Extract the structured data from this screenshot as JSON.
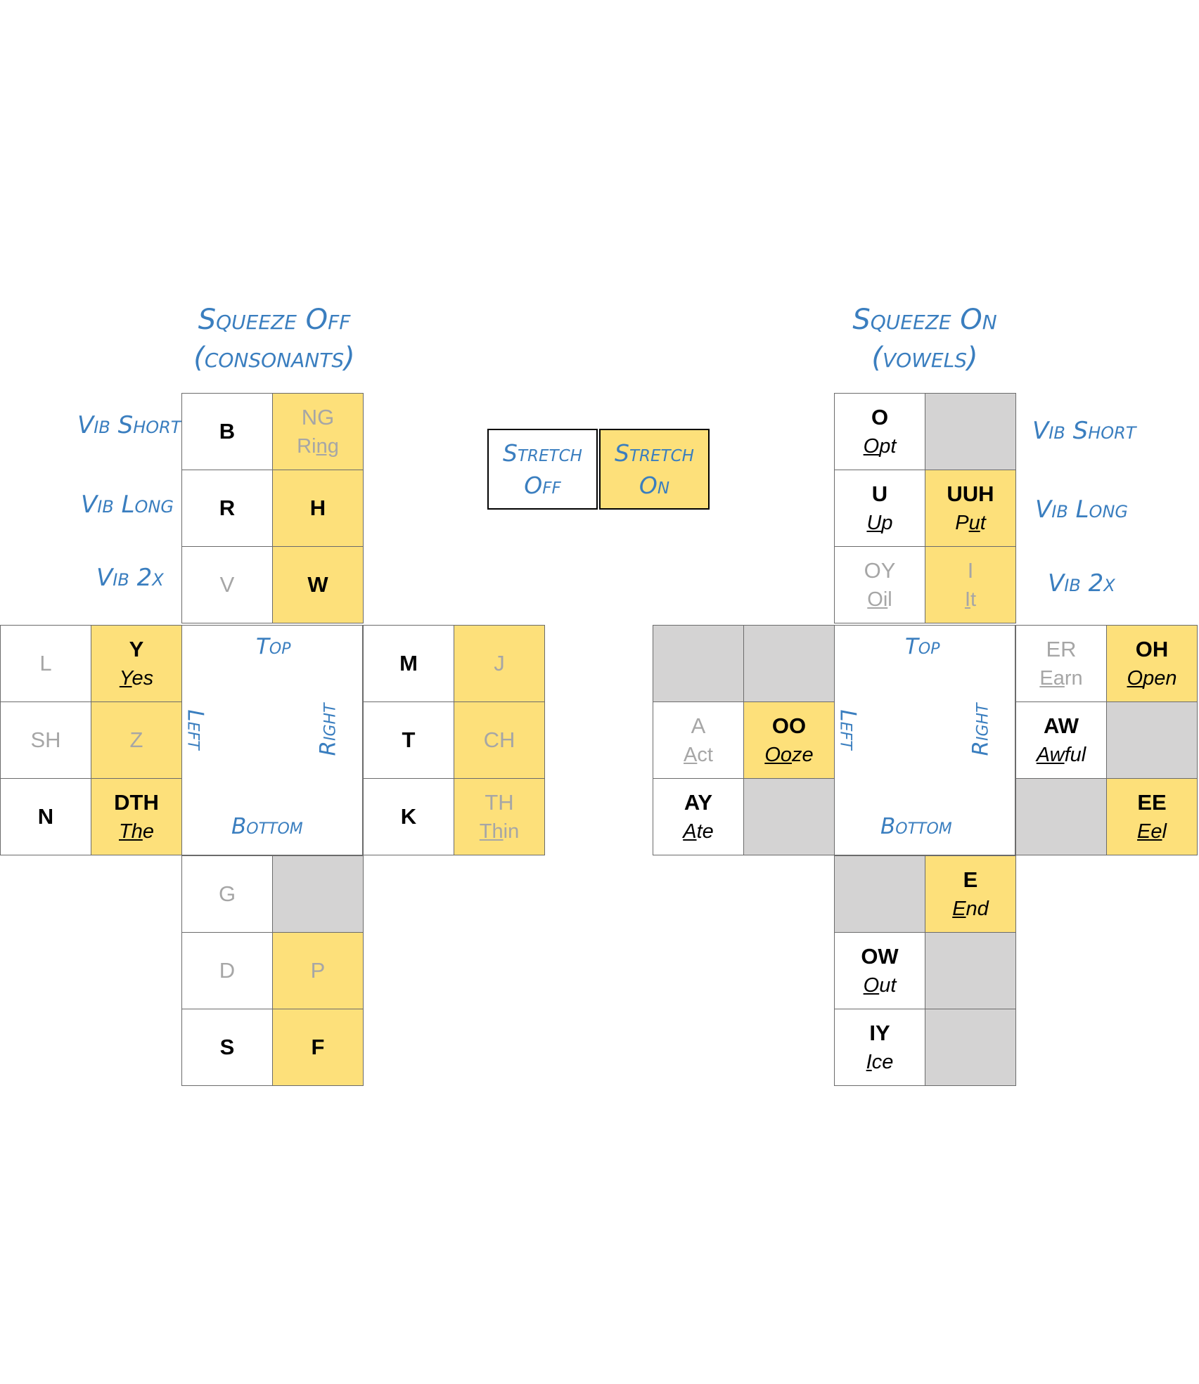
{
  "colors": {
    "accent_text": "#3a7ebf",
    "stretch_on": "#fde07a",
    "blank": "#d4d3d3",
    "dim_text": "#a6a6a6"
  },
  "legend": {
    "stretch_off": [
      "Stretch",
      "Off"
    ],
    "stretch_on": [
      "Stretch",
      "On"
    ]
  },
  "consonants": {
    "title": [
      "Squeeze Off",
      "(consonants)"
    ],
    "vib_short": "Vib Short",
    "vib_long": "Vib Long",
    "vib_2x": "Vib 2x",
    "top": "Top",
    "left": "Left",
    "right": "Right",
    "bottom": "Bottom",
    "top_arm": [
      {
        "off": {
          "letter": "B"
        },
        "on": {
          "letter": "NG",
          "word": [
            "Ri",
            "ng",
            ""
          ],
          "dim": true
        }
      },
      {
        "off": {
          "letter": "R"
        },
        "on": {
          "letter": "H"
        }
      },
      {
        "off": {
          "letter": "V",
          "dim": true
        },
        "on": {
          "letter": "W"
        }
      }
    ],
    "left_arm": [
      {
        "off": {
          "letter": "L",
          "dim": true
        },
        "on": {
          "letter": "Y",
          "word": [
            "",
            "Y",
            "es"
          ]
        }
      },
      {
        "off": {
          "letter": "SH",
          "dim": true
        },
        "on": {
          "letter": "Z",
          "dim": true
        }
      },
      {
        "off": {
          "letter": "N"
        },
        "on": {
          "letter": "DTH",
          "word": [
            "",
            "Th",
            "e"
          ]
        }
      }
    ],
    "right_arm": [
      {
        "off": {
          "letter": "M"
        },
        "on": {
          "letter": "J",
          "dim": true
        }
      },
      {
        "off": {
          "letter": "T"
        },
        "on": {
          "letter": "CH",
          "dim": true
        }
      },
      {
        "off": {
          "letter": "K"
        },
        "on": {
          "letter": "TH",
          "word": [
            "",
            "Th",
            "in"
          ],
          "dim": true
        }
      }
    ],
    "bottom_arm": [
      {
        "off": {
          "letter": "G",
          "dim": true
        },
        "on": null
      },
      {
        "off": {
          "letter": "D",
          "dim": true
        },
        "on": {
          "letter": "P",
          "dim": true
        }
      },
      {
        "off": {
          "letter": "S"
        },
        "on": {
          "letter": "F"
        }
      }
    ]
  },
  "vowels": {
    "title": [
      "Squeeze On",
      "(vowels)"
    ],
    "vib_short": "Vib Short",
    "vib_long": "Vib Long",
    "vib_2x": "Vib 2x",
    "top": "Top",
    "left": "Left",
    "right": "Right",
    "bottom": "Bottom",
    "top_arm": [
      {
        "off": {
          "letter": "O",
          "word": [
            "",
            "O",
            "pt"
          ]
        },
        "on": null
      },
      {
        "off": {
          "letter": "U",
          "word": [
            "",
            "U",
            "p"
          ]
        },
        "on": {
          "letter": "UUH",
          "word": [
            "P",
            "u",
            "t"
          ]
        }
      },
      {
        "off": {
          "letter": "OY",
          "word": [
            "",
            "Oi",
            "l"
          ],
          "dim": true
        },
        "on": {
          "letter": "I",
          "word": [
            "",
            "I",
            "t"
          ],
          "dim": true
        }
      }
    ],
    "left_arm": [
      {
        "off": null,
        "on": null
      },
      {
        "off": {
          "letter": "A",
          "word": [
            "",
            "A",
            "ct"
          ],
          "dim": true
        },
        "on": {
          "letter": "OO",
          "word": [
            "",
            "Oo",
            "ze"
          ]
        }
      },
      {
        "off": {
          "letter": "AY",
          "word": [
            "",
            "A",
            "te"
          ]
        },
        "on": null
      }
    ],
    "right_arm": [
      {
        "off": {
          "letter": "ER",
          "word": [
            "",
            "Ea",
            "rn"
          ],
          "dim": true
        },
        "on": {
          "letter": "OH",
          "word": [
            "",
            "O",
            "pen"
          ]
        }
      },
      {
        "off": {
          "letter": "AW",
          "word": [
            "",
            "Aw",
            "ful"
          ]
        },
        "on": null
      },
      {
        "off": null,
        "on": {
          "letter": "EE",
          "word": [
            "",
            "Ee",
            "l"
          ]
        }
      }
    ],
    "bottom_arm": [
      {
        "off": null,
        "on": {
          "letter": "E",
          "word": [
            "",
            "E",
            "nd"
          ]
        }
      },
      {
        "off": {
          "letter": "OW",
          "word": [
            "",
            "O",
            "ut"
          ]
        },
        "on": null
      },
      {
        "off": {
          "letter": "IY",
          "word": [
            "",
            "I",
            "ce"
          ]
        },
        "on": null
      }
    ]
  }
}
